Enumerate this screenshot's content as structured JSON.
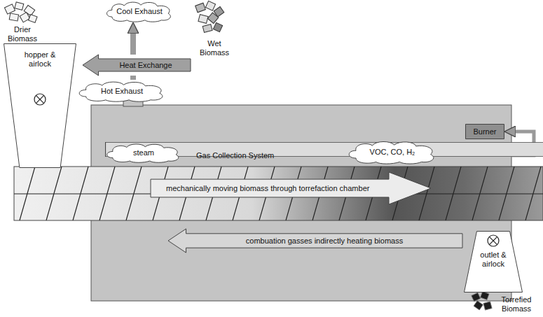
{
  "diagram": {
    "nodes": [
      {
        "text": [
          "Cool Exhaust"
        ]
      },
      {
        "text": [
          "Heat Exchange"
        ]
      },
      {
        "text": [
          "Hot Exhaust"
        ]
      },
      {
        "text": [
          "hopper & airlock"
        ]
      },
      {
        "text": [
          "Burner"
        ]
      },
      {
        "text": [
          "Gas Collection System"
        ]
      },
      {
        "text": [
          "steam"
        ],
        "in": 5
      },
      {
        "text": [
          "VOC, CO, H₂"
        ],
        "in": 5
      },
      {
        "text": [
          "mechanically moving biomass through torrefaction chamber"
        ]
      },
      {
        "text": [
          "combuation gasses indirectly heating biomass"
        ]
      },
      {
        "text": [
          "outlet & airlock"
        ]
      }
    ],
    "edges": [
      {
        "from": 2,
        "to": 1,
        "arrow": "none"
      },
      {
        "from": 1,
        "to": 0,
        "arrow": "to"
      },
      {
        "from": 5,
        "to": 4,
        "arrow": "to"
      }
    ],
    "labels": [
      "Drier Biomass",
      "Wet Biomass",
      "Torrefied Biomass"
    ]
  }
}
